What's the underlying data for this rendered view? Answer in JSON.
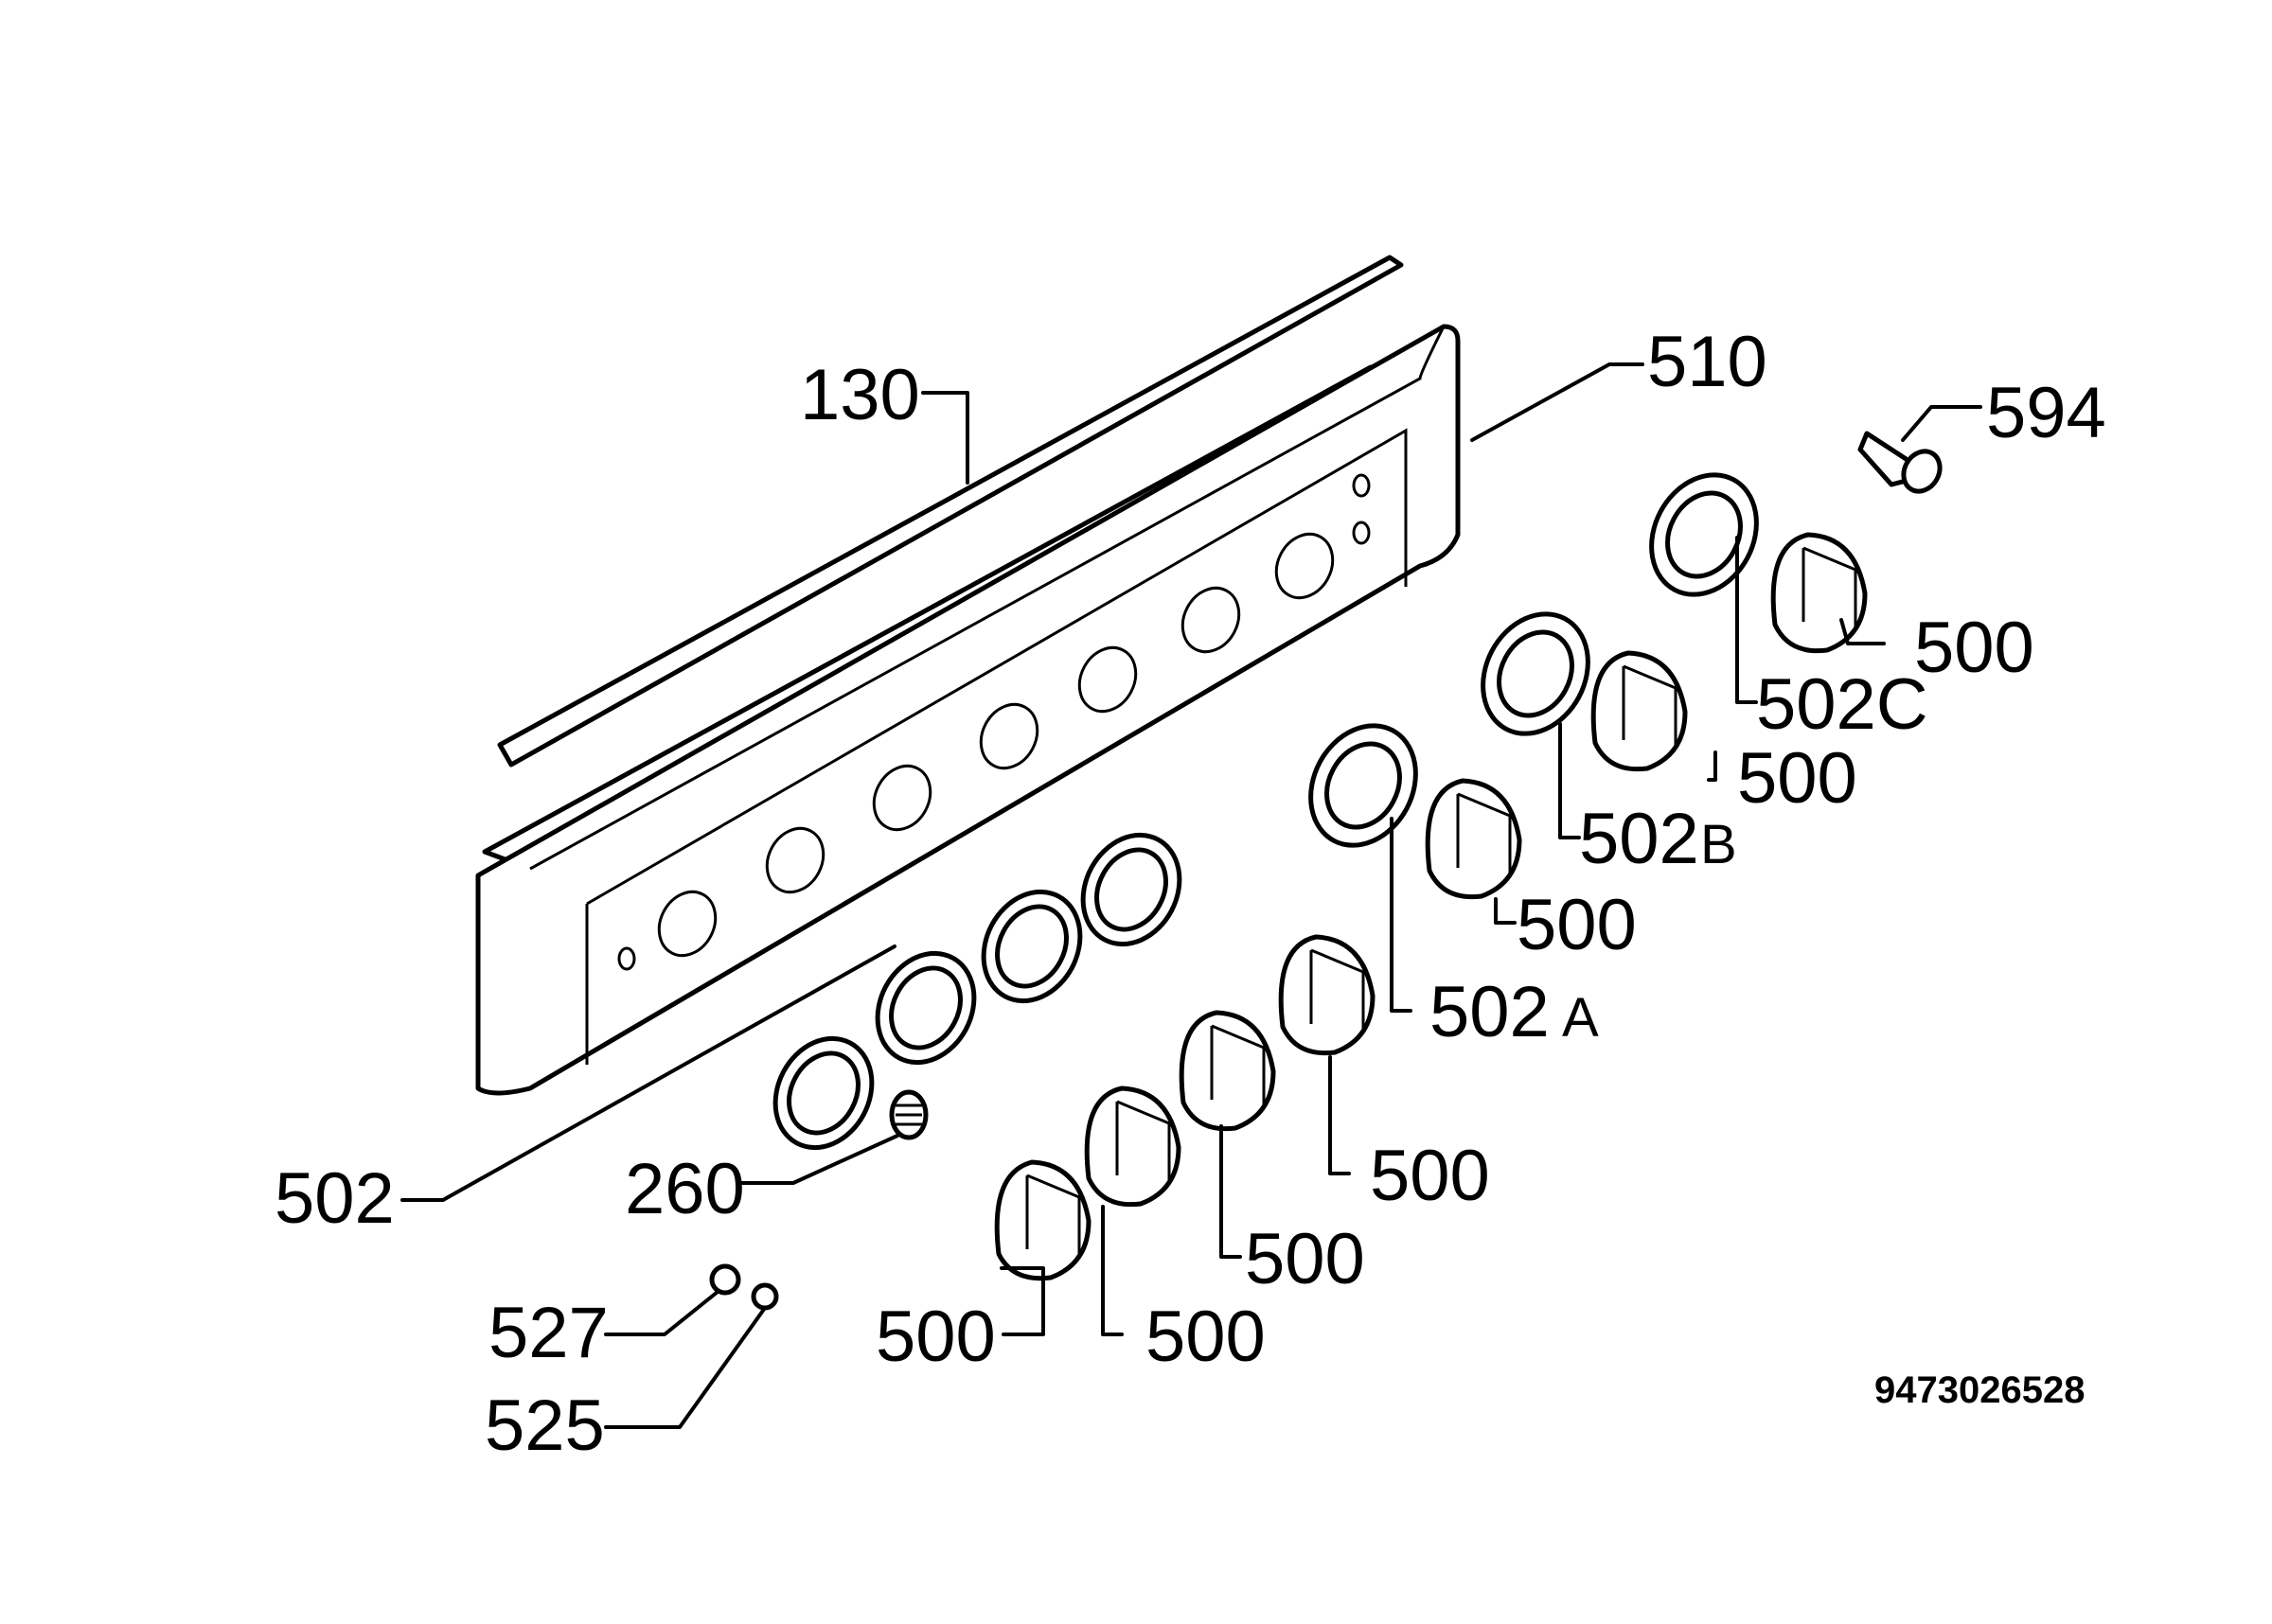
{
  "diagram": {
    "labels": {
      "strip": "130",
      "panel": "510",
      "knob_ring_lower": "502",
      "spring": "260",
      "pin_a": "527",
      "pin_b": "525",
      "lamp": "594",
      "ring_a": "502",
      "ring_a_suffix": "A",
      "ring_b": "502",
      "ring_b_suffix": "B",
      "ring_c": "502C",
      "knob_1": "500",
      "knob_2": "500",
      "knob_3": "500",
      "knob_4": "500",
      "knob_5": "500",
      "knob_6": "500",
      "knob_7": "500"
    },
    "document_number": "9473026528"
  }
}
